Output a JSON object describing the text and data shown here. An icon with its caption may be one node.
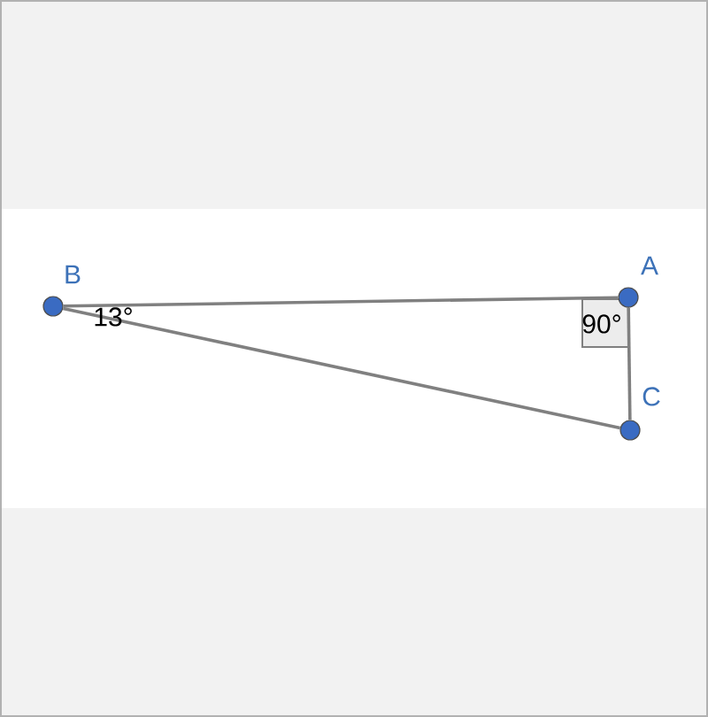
{
  "diagram": {
    "nodes": [
      {
        "text": [],
        "shape": "circle",
        "beside": [
          "B"
        ]
      },
      {
        "text": [],
        "shape": "circle",
        "beside": [
          "A"
        ]
      },
      {
        "text": [],
        "shape": "circle",
        "beside": [
          "C"
        ]
      }
    ],
    "edges": [
      {
        "from": 0,
        "to": 1,
        "arrow": "none"
      },
      {
        "from": 1,
        "to": 2,
        "arrow": "none"
      },
      {
        "from": 0,
        "to": 2,
        "arrow": "none"
      }
    ],
    "labels": [
      "13°",
      "90°"
    ]
  }
}
